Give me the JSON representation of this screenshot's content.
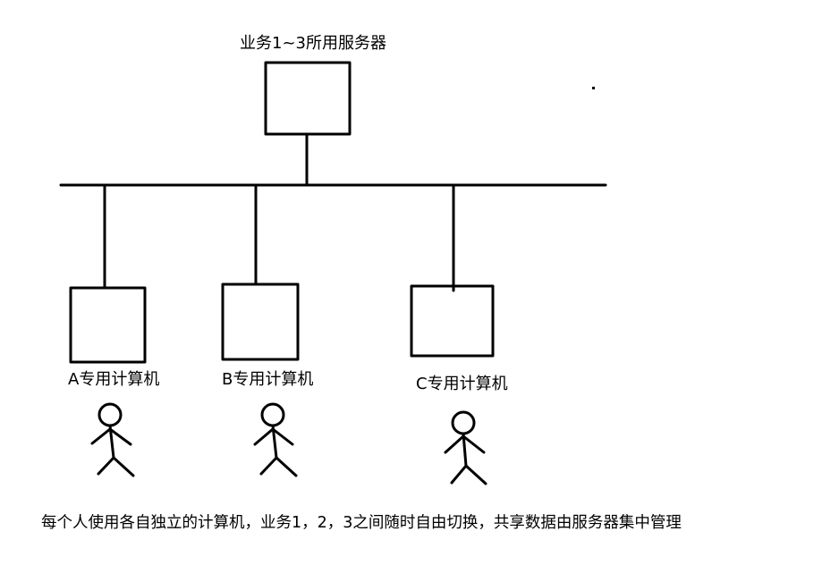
{
  "server": {
    "label": "业务1~3所用服务器"
  },
  "clients": [
    {
      "label": "A专用计算机"
    },
    {
      "label": "B专用计算机"
    },
    {
      "label": "C专用计算机"
    }
  ],
  "caption": "每个人使用各自独立的计算机，业务1，2，3之间随时自由切换，共享数据由服务器集中管理"
}
